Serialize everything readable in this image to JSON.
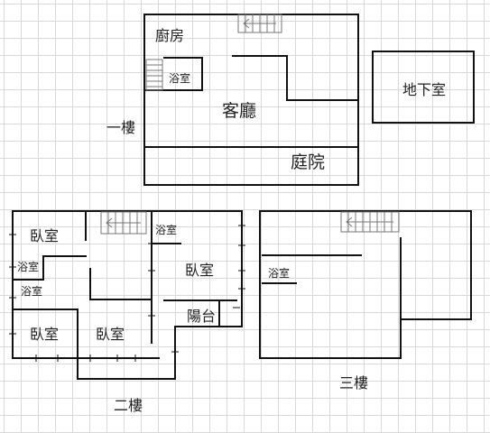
{
  "floors": {
    "first": {
      "label": "一樓",
      "rooms": {
        "kitchen": "廚房",
        "bathroom": "浴室",
        "living_room": "客廳",
        "courtyard": "庭院"
      }
    },
    "basement": {
      "label": "地下室"
    },
    "second": {
      "label": "二樓",
      "rooms": {
        "bedroom_top_left": "臥室",
        "bathroom_top": "浴室",
        "bathroom_left_1": "浴室",
        "bathroom_left_2": "浴室",
        "bedroom_right": "臥室",
        "balcony": "陽台",
        "bedroom_bottom_left": "臥室",
        "bedroom_bottom_mid": "臥室"
      }
    },
    "third": {
      "label": "三樓",
      "rooms": {
        "bathroom": "浴室"
      }
    }
  },
  "colors": {
    "wall": "#111111",
    "grid": "#d9d9d9",
    "stair": "#777777"
  }
}
